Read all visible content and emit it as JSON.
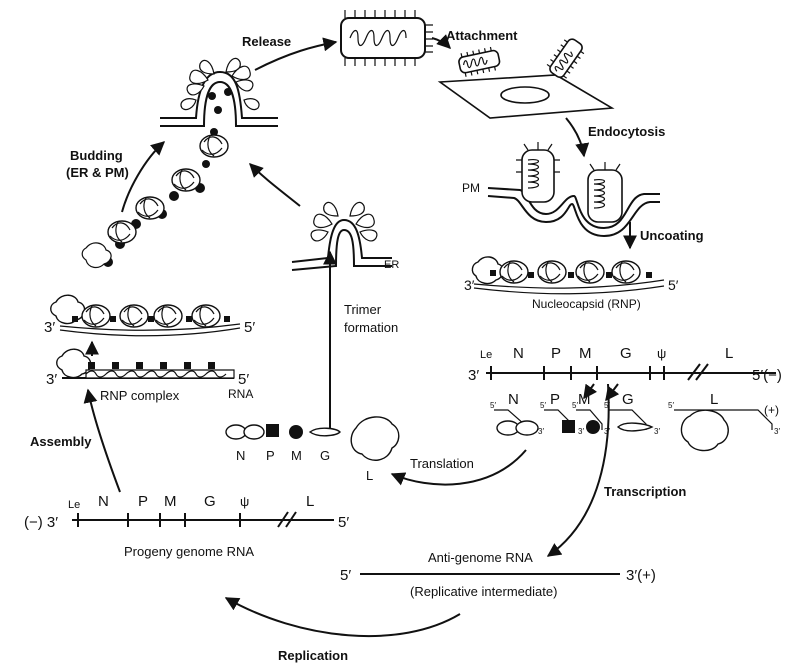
{
  "steps": {
    "release": "Release",
    "attachment": "Attachment",
    "endocytosis": "Endocytosis",
    "uncoating": "Uncoating",
    "budding_line1": "Budding",
    "budding_line2": "(ER & PM)",
    "assembly": "Assembly",
    "translation": "Translation",
    "transcription": "Transcription",
    "replication": "Replication",
    "trimer_line1": "Trimer",
    "trimer_line2": "formation"
  },
  "membranes": {
    "pm": "PM",
    "er": "ER"
  },
  "nucleocapsid_label": "Nucleocapsid (RNP)",
  "rnp_complex": {
    "label": "RNP complex",
    "rna": "RNA",
    "end3": "3′",
    "end5": "5′",
    "top_end3": "3′",
    "top_end5": "5′",
    "nc_end3": "3′",
    "nc_end5": "5′"
  },
  "genome": {
    "le": "Le",
    "genes": [
      "N",
      "P",
      "M",
      "G",
      "ψ",
      "L"
    ],
    "end3": "3′",
    "end5": "5′(−)"
  },
  "transcripts": {
    "labels": [
      "N",
      "P",
      "M",
      "G",
      "L"
    ],
    "cap": "5′",
    "tail": "3′",
    "sense": "(+)"
  },
  "proteins": {
    "labels": [
      "N",
      "P",
      "M",
      "G"
    ],
    "l_protein": "L"
  },
  "progeny": {
    "le": "Le",
    "genes": [
      "N",
      "P",
      "M",
      "G",
      "ψ",
      "L"
    ],
    "end3": "(−) 3′",
    "end5": "5′",
    "label": "Progeny genome RNA"
  },
  "antigenome": {
    "label": "Anti-genome RNA",
    "sublabel": "(Replicative intermediate)",
    "end5": "5′",
    "end3": "3′(+)"
  }
}
